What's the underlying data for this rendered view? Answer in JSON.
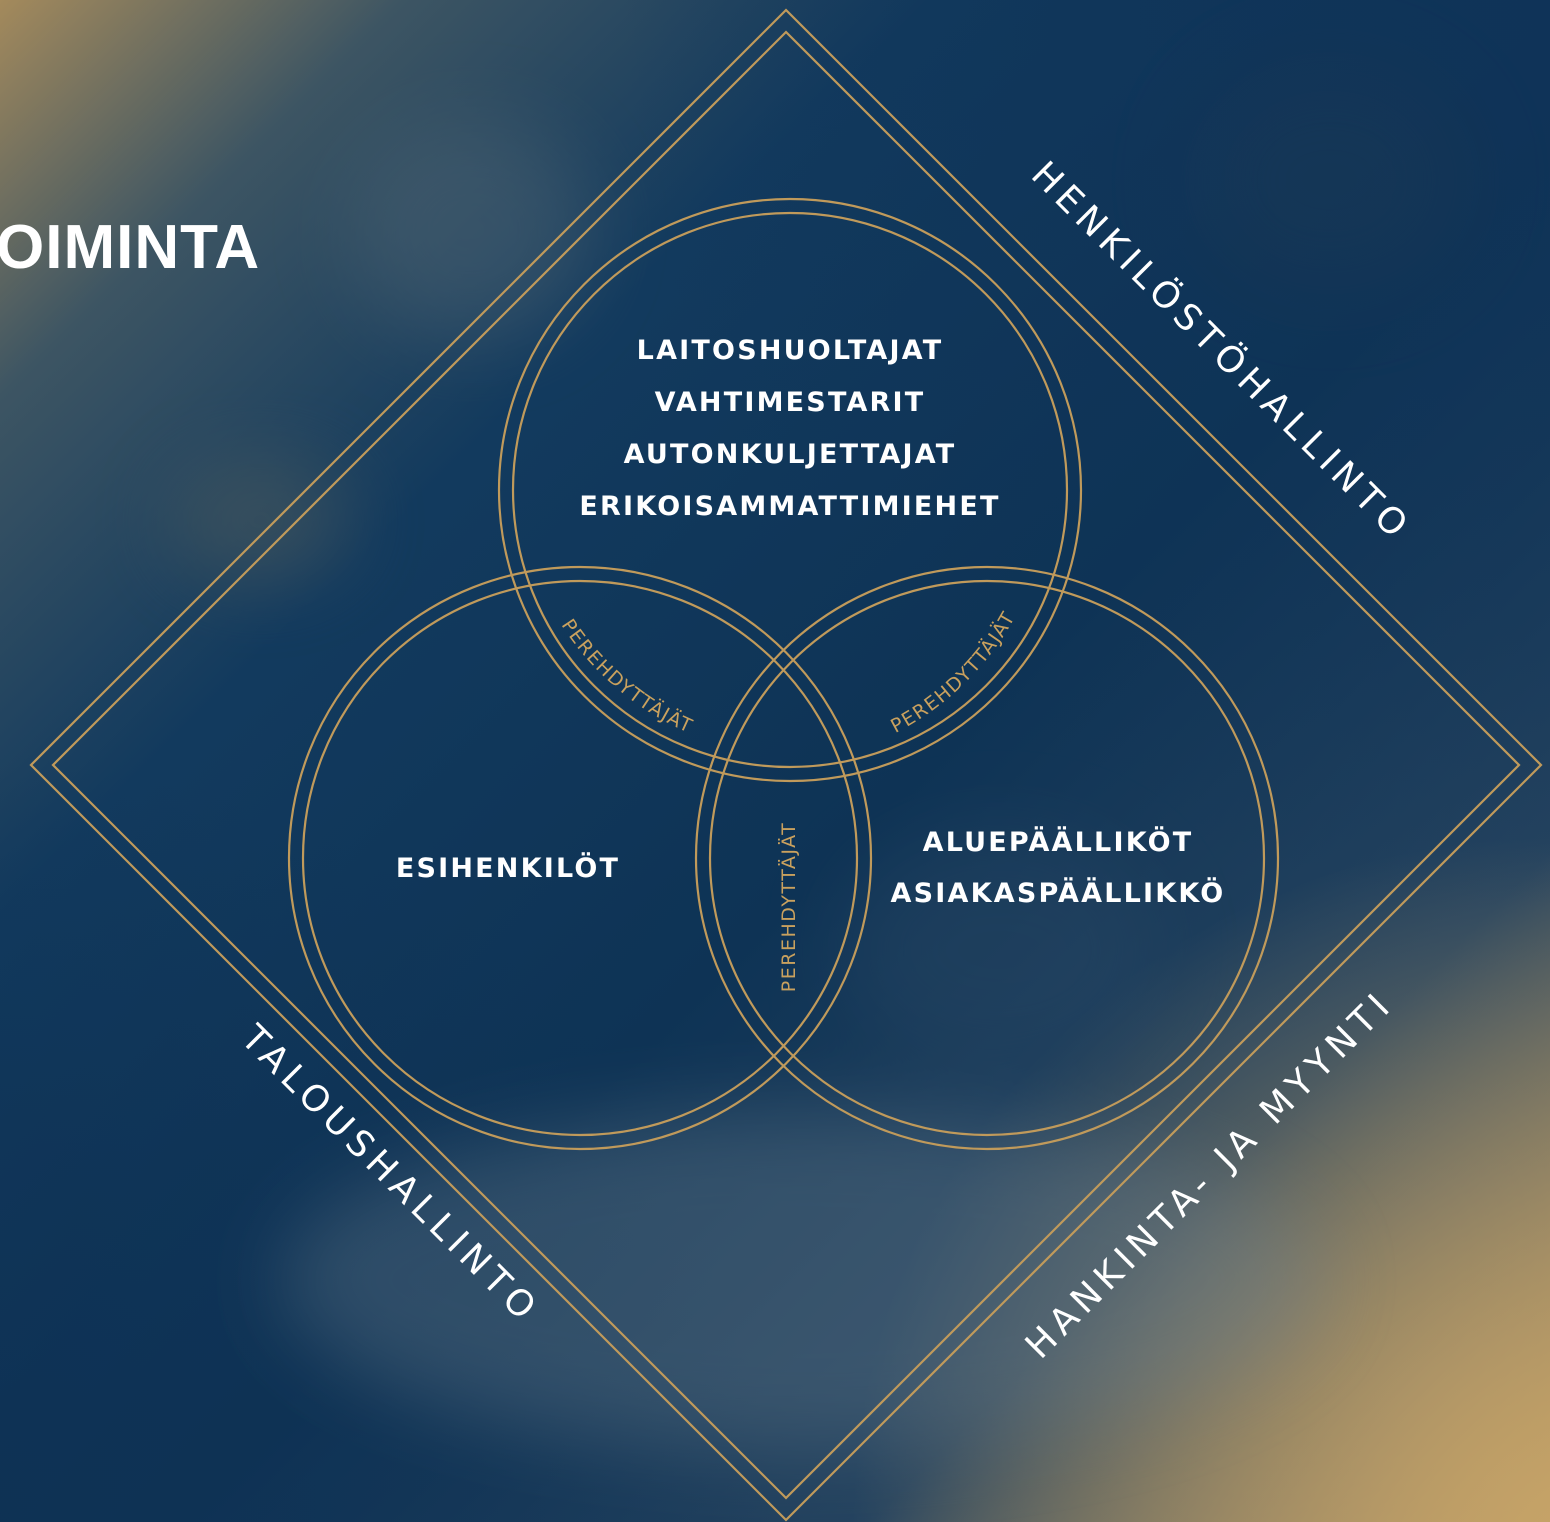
{
  "heading": "OIMINTA",
  "colors": {
    "background_dark": "#0d3356",
    "background_mid": "#163f63",
    "gold_line": "#c09a5b",
    "gold_corner": "#b49562",
    "text": "#ffffff"
  },
  "diamond_labels": {
    "top_right": "HENKILÖSTÖHALLINTO",
    "bottom_left": "TALOUSHALLINTO",
    "bottom_right": "HANKINTA- JA MYYNTI"
  },
  "circles": {
    "top": {
      "lines": [
        "LAITOSHUOLTAJAT",
        "VAHTIMESTARIT",
        "AUTONKULJETTAJAT",
        "ERIKOISAMMATTIMIEHET"
      ]
    },
    "left": {
      "lines": [
        "ESIHENKILÖT"
      ]
    },
    "right": {
      "lines": [
        "ALUEPÄÄLLIKÖT",
        "ASIAKASPÄÄLLIKKÖ"
      ]
    }
  },
  "overlaps": {
    "top_left": "PEREHDYTTÄJÄT",
    "top_right": "PEREHDYTTÄJÄT",
    "left_right": "PEREHDYTTÄJÄT"
  }
}
